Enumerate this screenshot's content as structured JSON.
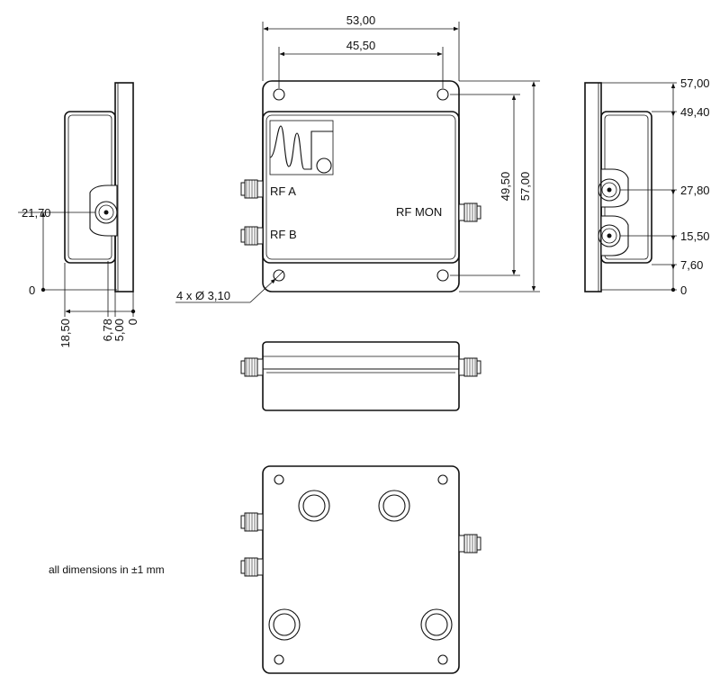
{
  "front_view": {
    "dim_width_outer": "53,00",
    "dim_width_holes": "45,50",
    "dim_height_inner": "49,50",
    "dim_height_outer": "57,00",
    "port_a": "RF A",
    "port_b": "RF B",
    "port_mon": "RF MON",
    "holes_callout": "4 x Ø 3,10"
  },
  "left_view": {
    "dim_connector_height": "21,70",
    "dim_zero": "0",
    "dims_bottom": [
      "18,50",
      "6,78",
      "5,00",
      "0"
    ]
  },
  "right_view": {
    "dims": [
      "57,00",
      "49,40",
      "27,80",
      "15,50",
      "7,60",
      "0"
    ]
  },
  "note": "all dimensions in  ±1 mm"
}
